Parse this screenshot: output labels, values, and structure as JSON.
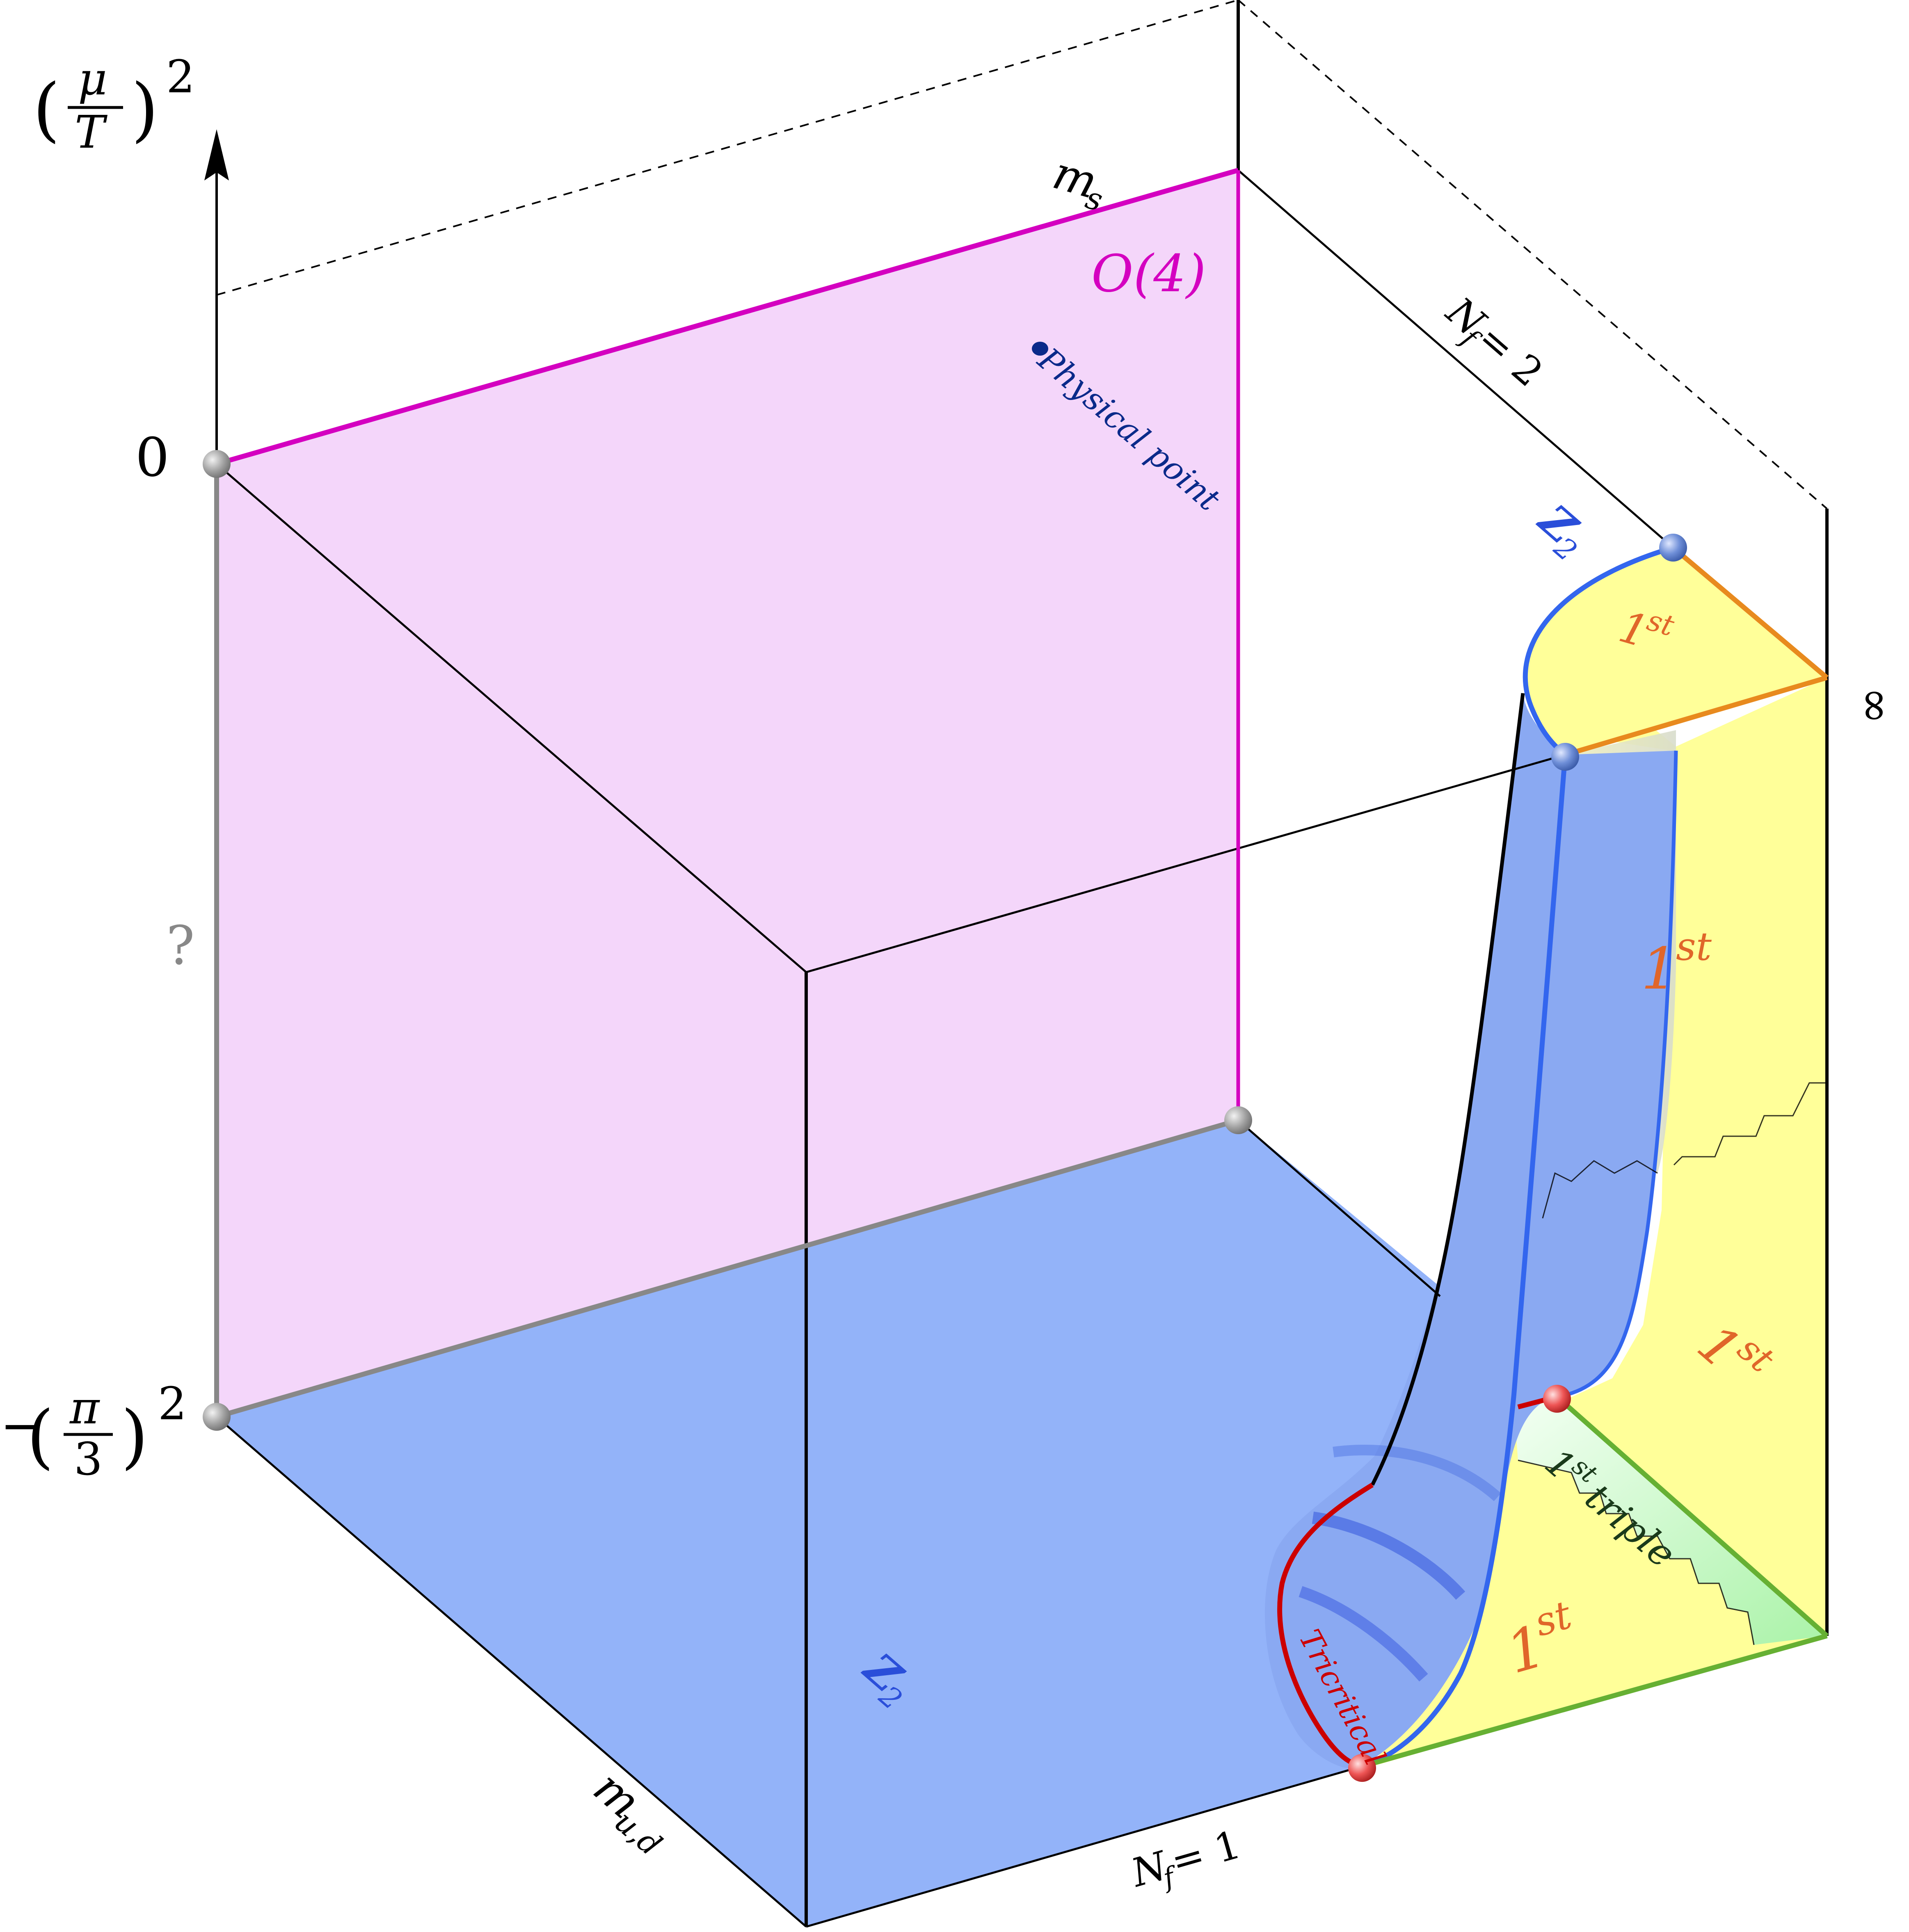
{
  "colors": {
    "o4": "#d400c0",
    "z2": "#2a4ed9",
    "first": "#e0662a",
    "tricritical": "#cc0000",
    "gray_edge": "#888888",
    "blue_face": "#93b3f9",
    "pink_face": "#f4d6fa",
    "yellow_face": "#ffff99",
    "green_edge": "#66b033",
    "orange_edge": "#e88a1e",
    "physical_point": "#0a2a8a"
  },
  "axis": {
    "y_title_base": "μ",
    "y_title_den": "T",
    "y_title_exp": "2",
    "tick_zero": "0",
    "tick_bottom_prefix": "−",
    "tick_bottom_num": "π",
    "tick_bottom_den": "3",
    "tick_bottom_exp": "2",
    "question": "?"
  },
  "edges": {
    "ms": "m",
    "ms_sub": "s",
    "mud": "m",
    "mud_sub": "u,d",
    "nf2": "N",
    "nf2_sub": "f",
    "nf2_eq": " = 2",
    "nf1": "N",
    "nf1_sub": "f",
    "nf1_eq": " = 1",
    "infinity": "∞"
  },
  "regions": {
    "o4": "O(4)",
    "z2_top": "Z",
    "z2_top_sub": "2",
    "z2_bottom": "Z",
    "z2_bottom_sub": "2",
    "physical_point": "Physical point",
    "tricritical": "Tricritical",
    "first_top_base": "1",
    "first_top_sup": "st",
    "first_mid_base": "1",
    "first_mid_sup": "st",
    "first_right_base": "1",
    "first_right_sup": "st",
    "first_bottom_base": "1",
    "first_bottom_sup": "st",
    "triple_base": "1",
    "triple_sup": "st",
    "triple_word": " triple"
  }
}
